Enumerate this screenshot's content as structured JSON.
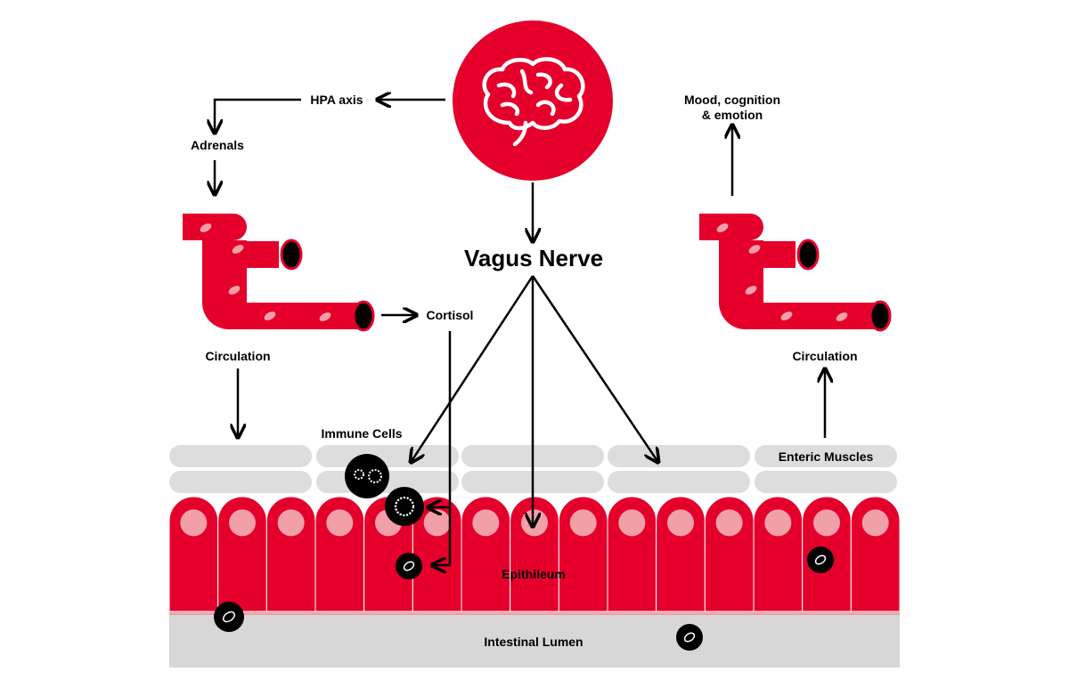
{
  "colors": {
    "primary_red": "#E4002B",
    "highlight_pink": "#F2A0A8",
    "membrane_gray": "#DDDDDD",
    "lumen_gray": "#D7D7D7",
    "ink": "#000000",
    "background": "#FFFFFF"
  },
  "labels": {
    "hpa_axis": "HPA axis",
    "adrenals": "Adrenals",
    "vagus_nerve": "Vagus Nerve",
    "mood_line1": "Mood, cognition",
    "mood_line2": "& emotion",
    "cortisol": "Cortisol",
    "circulation_left": "Circulation",
    "circulation_right": "Circulation",
    "immune_cells": "Immune Cells",
    "enteric_muscles": "Enteric Muscles",
    "epithelium": "Epithileum",
    "intestinal_lumen": "Intestinal Lumen"
  },
  "icons": {
    "brain": "brain-icon",
    "blood_vessel": "blood-vessel-icon",
    "immune_cell": "immune-cell-icon",
    "bacteria": "bacteria-icon"
  }
}
